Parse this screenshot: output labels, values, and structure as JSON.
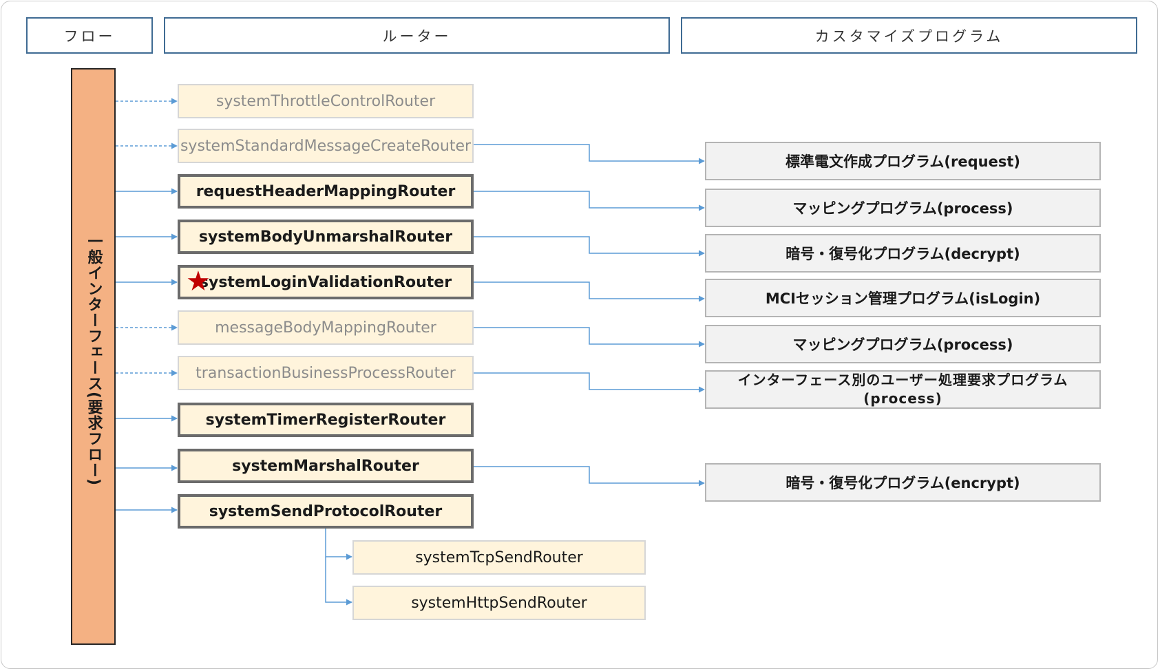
{
  "headers": {
    "flow": "フロー",
    "router": "ルーター",
    "custom": "カスタマイズプログラム"
  },
  "flow_bar": {
    "label": "一般インターフェース(要求フロー)"
  },
  "routers": [
    {
      "label": "systemThrottleControlRouter",
      "style": "inactive"
    },
    {
      "label": "systemStandardMessageCreateRouter",
      "style": "inactive"
    },
    {
      "label": "requestHeaderMappingRouter",
      "style": "active"
    },
    {
      "label": "systemBodyUnmarshalRouter",
      "style": "active"
    },
    {
      "label": "systemLoginValidationRouter",
      "style": "active",
      "marker": "★"
    },
    {
      "label": "messageBodyMappingRouter",
      "style": "inactive"
    },
    {
      "label": "transactionBusinessProcessRouter",
      "style": "inactive"
    },
    {
      "label": "systemTimerRegisterRouter",
      "style": "active"
    },
    {
      "label": "systemMarshalRouter",
      "style": "active"
    },
    {
      "label": "systemSendProtocolRouter",
      "style": "active"
    }
  ],
  "sub_routers": [
    {
      "label": "systemTcpSendRouter"
    },
    {
      "label": "systemHttpSendRouter"
    }
  ],
  "programs": [
    {
      "label": "標準電文作成プログラム(request)"
    },
    {
      "label": "マッピングプログラム(process)"
    },
    {
      "label": "暗号・復号化プログラム(decrypt)"
    },
    {
      "label": "MCIセッション管理プログラム(isLogin)"
    },
    {
      "label": "マッピングプログラム(process)"
    },
    {
      "label": "インターフェース別のユーザー処理要求プログラム(process)"
    },
    {
      "label": "暗号・復号化プログラム(encrypt)"
    }
  ],
  "colors": {
    "header_border": "#3f6b93",
    "flow_bar_fill": "#f4b183",
    "router_fill": "#fff4dc",
    "program_fill": "#f2f2f2",
    "connector": "#5b9bd5",
    "star": "#c00000"
  }
}
